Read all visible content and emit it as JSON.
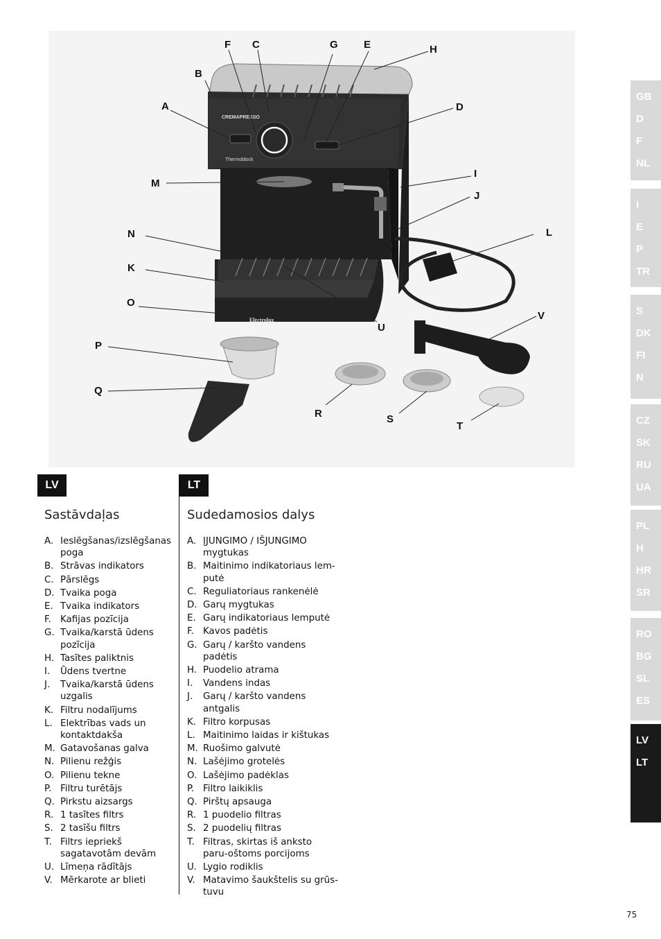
{
  "figure_labels": [
    "F",
    "C",
    "G",
    "E",
    "H",
    "B",
    "D",
    "A",
    "I",
    "M",
    "J",
    "L",
    "N",
    "K",
    "O",
    "U",
    "V",
    "P",
    "Q",
    "R",
    "S",
    "T"
  ],
  "left_column": {
    "lang": "LV",
    "title": "Sastāvdaļas",
    "items": [
      {
        "letter": "A.",
        "text": "Ieslēgšanas/izslēgšanas poga"
      },
      {
        "letter": "B.",
        "text": "Strāvas indikators"
      },
      {
        "letter": "C.",
        "text": "Pārslēgs"
      },
      {
        "letter": "D.",
        "text": "Tvaika poga"
      },
      {
        "letter": "E.",
        "text": "Tvaika indikators"
      },
      {
        "letter": "F.",
        "text": "Kafijas pozīcija"
      },
      {
        "letter": "G.",
        "text": "Tvaika/karstā ūdens pozīcija"
      },
      {
        "letter": "H.",
        "text": "Tasītes paliktnis"
      },
      {
        "letter": "I.",
        "text": "Ūdens tvertne"
      },
      {
        "letter": "J.",
        "text": "Tvaika/karstā ūdens uzgalis"
      },
      {
        "letter": "K.",
        "text": "Filtru nodalījums"
      },
      {
        "letter": "L.",
        "text": "Elektrības vads un kontaktdakša"
      },
      {
        "letter": "M.",
        "text": "Gatavošanas galva"
      },
      {
        "letter": "N.",
        "text": "Pilienu režģis"
      },
      {
        "letter": "O.",
        "text": "Pilienu tekne"
      },
      {
        "letter": "P.",
        "text": "Filtru turētājs"
      },
      {
        "letter": "Q.",
        "text": "Pirkstu aizsargs"
      },
      {
        "letter": "R.",
        "text": "1 tasītes filtrs"
      },
      {
        "letter": "S.",
        "text": "2 tasīšu filtrs"
      },
      {
        "letter": "T.",
        "text": "Filtrs iepriekš sagatavotām devām"
      },
      {
        "letter": "U.",
        "text": "Līmeņa rādītājs"
      },
      {
        "letter": "V.",
        "text": "Mērkarote ar blieti"
      }
    ]
  },
  "right_column": {
    "lang": "LT",
    "title": "Sudedamosios dalys",
    "items": [
      {
        "letter": "A.",
        "text": "ĮJUNGIMO / IŠJUNGIMO mygtukas"
      },
      {
        "letter": "B.",
        "text": "Maitinimo indikatoriaus lem-putė"
      },
      {
        "letter": "C.",
        "text": "Reguliatoriaus rankenėlė"
      },
      {
        "letter": "D.",
        "text": "Garų mygtukas"
      },
      {
        "letter": "E.",
        "text": "Garų indikatoriaus lemputė"
      },
      {
        "letter": "F.",
        "text": "Kavos padėtis"
      },
      {
        "letter": "G.",
        "text": "Garų / karšto vandens padėtis"
      },
      {
        "letter": "H.",
        "text": "Puodelio atrama"
      },
      {
        "letter": "I.",
        "text": "Vandens indas"
      },
      {
        "letter": "J.",
        "text": "Garų / karšto vandens antgalis"
      },
      {
        "letter": "K.",
        "text": "Filtro korpusas"
      },
      {
        "letter": "L.",
        "text": "Maitinimo laidas ir kištukas"
      },
      {
        "letter": "M.",
        "text": "Ruošimo galvutė"
      },
      {
        "letter": "N.",
        "text": "Lašėjimo grotelės"
      },
      {
        "letter": "O.",
        "text": "Lašėjimo padėklas"
      },
      {
        "letter": "P.",
        "text": "Filtro laikiklis"
      },
      {
        "letter": "Q.",
        "text": "Pirštų apsauga"
      },
      {
        "letter": "R.",
        "text": "1 puodelio filtras"
      },
      {
        "letter": "S.",
        "text": "2 puodelių filtras"
      },
      {
        "letter": "T.",
        "text": "Filtras, skirtas iš anksto paru-oštoms porcijoms"
      },
      {
        "letter": "U.",
        "text": "Lygio rodiklis"
      },
      {
        "letter": "V.",
        "text": "Matavimo šaukštelis su grūs-tuvu"
      }
    ]
  },
  "sidebar_groups": [
    {
      "codes": [
        "GB",
        "D",
        "F",
        "NL"
      ],
      "active": false
    },
    {
      "codes": [
        "I",
        "E",
        "P",
        "TR"
      ],
      "active": false
    },
    {
      "codes": [
        "S",
        "DK",
        "FI",
        "N"
      ],
      "active": false
    },
    {
      "codes": [
        "CZ",
        "SK",
        "RU",
        "UA"
      ],
      "active": false
    },
    {
      "codes": [
        "PL",
        "H",
        "HR",
        "SR"
      ],
      "active": false
    },
    {
      "codes": [
        "RO",
        "BG",
        "SL",
        "ES"
      ],
      "active": false
    },
    {
      "codes": [
        "LV",
        "LT"
      ],
      "active": true
    }
  ],
  "machine_text": {
    "brand": "CREMAPRESSO",
    "thermoblock": "Thermoblock",
    "maker": "Electrolux"
  },
  "page_number": "75"
}
